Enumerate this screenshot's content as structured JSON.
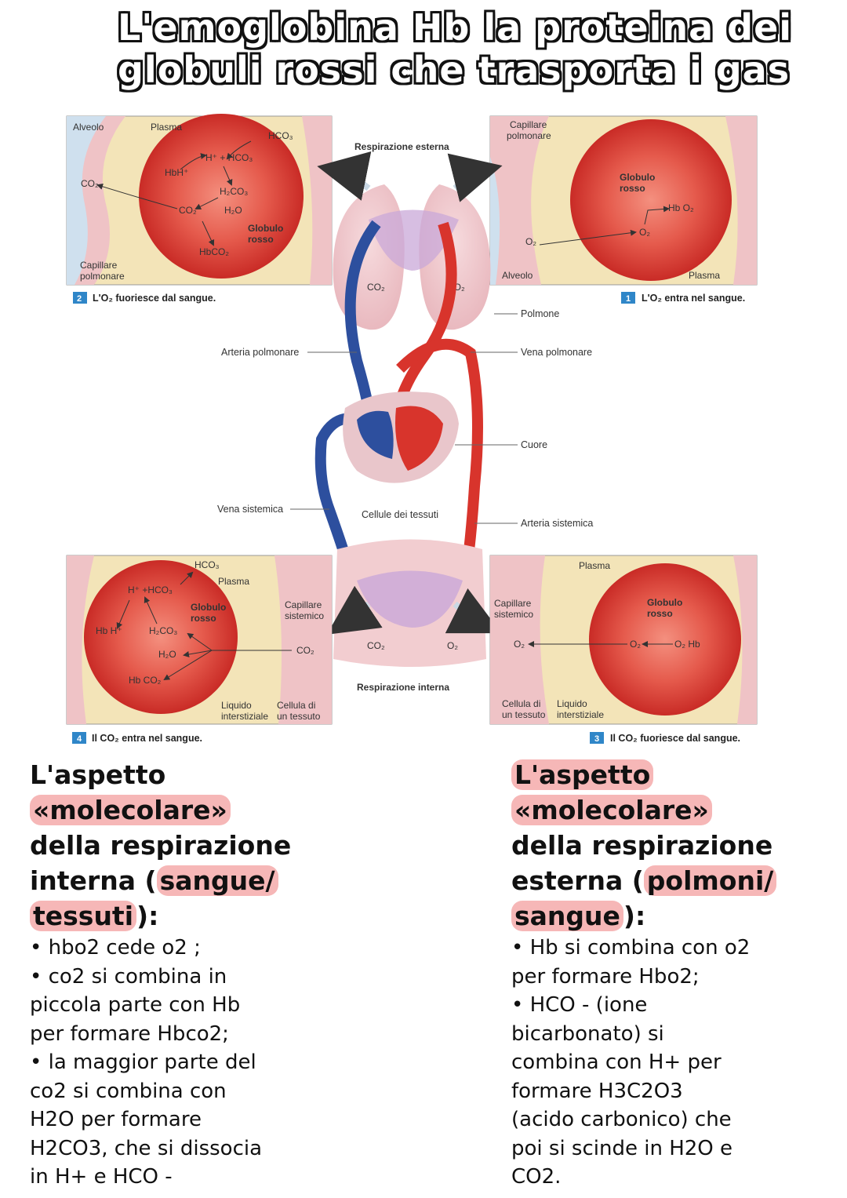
{
  "title": {
    "line1": "L'emoglobina Hb la proteina dei",
    "line2": "globuli rossi che trasporta i gas"
  },
  "diagram": {
    "top_left": {
      "alveolo": "Alveolo",
      "plasma": "Plasma",
      "hco3": "HCO₃",
      "h_hco3": "H⁺ + HCO₃",
      "hbh": "HbH⁺",
      "co2": "CO₂",
      "h2co3": "H₂CO₃",
      "co2b": "CO₂",
      "h2o": "H₂O",
      "globulo1": "Globulo",
      "globulo2": "rosso",
      "hbco2": "HbCO₂",
      "capillare1": "Capillare",
      "capillare2": "polmonare",
      "caption_num": "2",
      "caption": "L'O₂ fuoriesce dal sangue."
    },
    "top_right": {
      "capillare1": "Capillare",
      "capillare2": "polmonare",
      "globulo1": "Globulo",
      "globulo2": "rosso",
      "hbo2": "Hb O₂",
      "o2a": "O₂",
      "o2b": "O₂",
      "alveolo": "Alveolo",
      "plasma": "Plasma",
      "caption_num": "1",
      "caption": "L'O₂ entra nel sangue."
    },
    "center": {
      "resp_esterna": "Respirazione esterna",
      "co2_left": "CO₂",
      "co2_right": "CO₂",
      "polmone": "Polmone",
      "arteria_polmonare": "Arteria polmonare",
      "vena_polmonare": "Vena polmonare",
      "cuore": "Cuore",
      "vena_sistemica": "Vena sistemica",
      "cellule": "Cellule dei tessuti",
      "arteria_sistemica": "Arteria sistemica",
      "co2_tissue": "CO₂",
      "o2_tissue": "O₂",
      "resp_interna": "Respirazione interna"
    },
    "bottom_left": {
      "hco3": "HCO₃",
      "plasma": "Plasma",
      "h_hco3": "H⁺ +HCO₃",
      "globulo1": "Globulo",
      "globulo2": "rosso",
      "capillare1": "Capillare",
      "capillare2": "sistemico",
      "hbh": "Hb H⁺",
      "h2co3": "H₂CO₃",
      "h2o": "H₂O",
      "co2": "CO₂",
      "hbco2": "Hb CO₂",
      "liquido1": "Liquido",
      "liquido2": "interstiziale",
      "cellula1": "Cellula di",
      "cellula2": "un tessuto",
      "caption_num": "4",
      "caption": "Il CO₂ entra nel sangue."
    },
    "bottom_right": {
      "plasma": "Plasma",
      "capillare1": "Capillare",
      "capillare2": "sistemico",
      "globulo1": "Globulo",
      "globulo2": "rosso",
      "o2a": "O₂",
      "o2b": "O₂",
      "o2hb": "O₂ Hb",
      "cellula1": "Cellula di",
      "cellula2": "un tessuto",
      "liquido1": "Liquido",
      "liquido2": "interstiziale",
      "caption_num": "3",
      "caption": "Il CO₂ fuoriesce dal sangue."
    }
  },
  "notes_left": {
    "h1": "L'aspetto",
    "h2": "«molecolare»",
    "h3": "della respirazione",
    "h4a": "interna (",
    "h4b": "sangue/",
    "h5a": "tessuti",
    "h5b": "):",
    "lines": [
      "• hbo2 cede o2 ;",
      "• co2 si combina in",
      "piccola parte con Hb",
      "per formare Hbco2;",
      "• la maggior parte del",
      "co2 si combina con",
      "H2O per formare",
      "H2CO3, che si dissocia",
      "in H+ e HCO -"
    ]
  },
  "notes_right": {
    "h1": "L'aspetto",
    "h2": "«molecolare»",
    "h3": "della respirazione",
    "h4a": "esterna (",
    "h4b": "polmoni/",
    "h5a": "sangue",
    "h5b": "):",
    "lines": [
      "• Hb si combina con o2",
      "per formare Hbo2;",
      "• HCO - (ione",
      "bicarbonato) si",
      "combina con H+ per",
      "formare H3C2O3",
      "(acido carbonico) che",
      "poi si scinde in H2O e",
      "CO2."
    ]
  },
  "colors": {
    "rbc": "#d93a36",
    "rbc_center": "#f07a6a",
    "plasma": "#f3e4b8",
    "capillary": "#efc3c6",
    "alveolus": "#cfe0ee",
    "artery": "#d8342c",
    "vein": "#2d4f9e",
    "highlight": "#f6b7b7"
  }
}
